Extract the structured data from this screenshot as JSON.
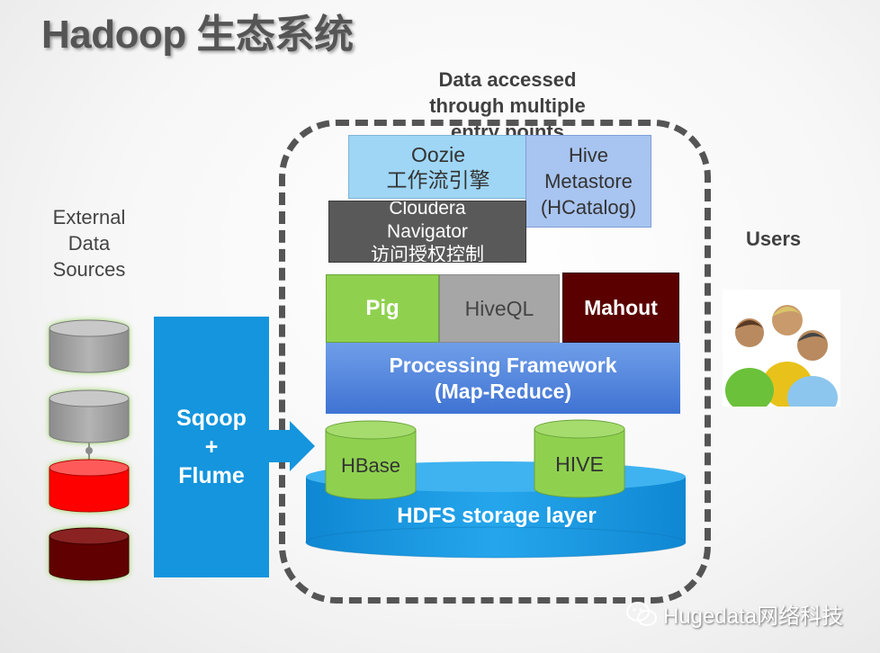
{
  "title": "Hadoop 生态系统",
  "caption": [
    "Data accessed",
    "through multiple",
    "entry points"
  ],
  "external_sources": [
    "External",
    "Data",
    "Sources"
  ],
  "users_label": "Users",
  "oozie": [
    "Oozie",
    "工作流引擎"
  ],
  "hive_metastore": [
    "Hive",
    "Metastore",
    "(HCatalog)"
  ],
  "cloudera": [
    "Cloudera",
    "Navigator",
    "访问授权控制"
  ],
  "pig": "Pig",
  "hiveql": "HiveQL",
  "mahout": "Mahout",
  "processing": [
    "Processing Framework",
    "(Map-Reduce)"
  ],
  "ingest": [
    "Sqoop",
    "+",
    "Flume"
  ],
  "hbase": "HBase",
  "hive": "HIVE",
  "hdfs": "HDFS storage layer",
  "watermark": "Hugedata网络科技",
  "icons": [
    "database-cylinder-icon",
    "arrow-right-icon",
    "users-group-icon",
    "wechat-icon"
  ],
  "colors": {
    "ingest_blue": "#1495dd",
    "pig_green": "#8fd14f",
    "mahout_red": "#5a0000",
    "source_red": "#ff0000",
    "source_dark_red": "#600000",
    "source_gray": "#a6a6a6"
  }
}
